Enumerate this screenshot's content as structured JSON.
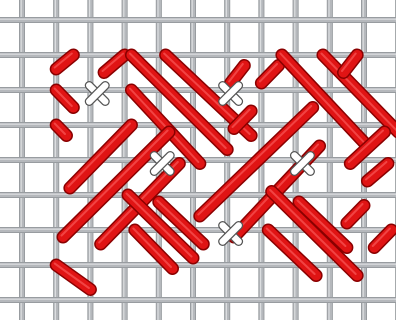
{
  "canvas_grid": {
    "vertical_threads": 12,
    "horizontal_threads": 10,
    "thread_color": "#b5b8bc",
    "thread_highlight": "#dcdee0",
    "thread_shadow": "#8e9296"
  },
  "stitch_colors": {
    "red_fill": "#e01414",
    "red_outline": "#8a0000",
    "red_highlight": "#ff6b6b",
    "white_fill": "#ffffff",
    "white_outline": "#555555"
  },
  "red_stitches": [
    {
      "from": [
        2,
        1
      ],
      "to": [
        1,
        2
      ]
    },
    {
      "from": [
        3,
        1
      ],
      "to": [
        2,
        2
      ]
    },
    {
      "from": [
        1,
        2
      ],
      "to": [
        2,
        3
      ]
    },
    {
      "from": [
        1,
        3
      ],
      "to": [
        1,
        3.3
      ]
    },
    {
      "from": [
        4,
        1
      ],
      "to": [
        6,
        3
      ]
    },
    {
      "from": [
        5,
        1
      ],
      "to": [
        7,
        3
      ]
    },
    {
      "from": [
        3,
        2
      ],
      "to": [
        5,
        4
      ]
    },
    {
      "from": [
        4,
        3
      ],
      "to": [
        1,
        6
      ]
    },
    {
      "from": [
        4,
        4
      ],
      "to": [
        2,
        6
      ]
    },
    {
      "from": [
        6,
        2
      ],
      "to": [
        5,
        3
      ]
    },
    {
      "from": [
        7,
        1
      ],
      "to": [
        6,
        2
      ]
    },
    {
      "from": [
        8,
        1
      ],
      "to": [
        10,
        3
      ]
    },
    {
      "from": [
        9,
        1
      ],
      "to": [
        11,
        3
      ]
    },
    {
      "from": [
        10,
        1
      ],
      "to": [
        9,
        2
      ]
    },
    {
      "from": [
        9,
        3
      ],
      "to": [
        8,
        4
      ]
    },
    {
      "from": [
        8,
        3
      ],
      "to": [
        5,
        6
      ]
    },
    {
      "from": [
        8,
        4
      ],
      "to": [
        6,
        6
      ]
    },
    {
      "from": [
        4,
        5
      ],
      "to": [
        6,
        7
      ]
    },
    {
      "from": [
        4,
        6
      ],
      "to": [
        5,
        7
      ]
    },
    {
      "from": [
        8,
        5
      ],
      "to": [
        10,
        7
      ]
    },
    {
      "from": [
        8,
        6
      ],
      "to": [
        9,
        7
      ]
    },
    {
      "from": [
        10,
        6
      ],
      "to": [
        11,
        7
      ]
    },
    {
      "from": [
        1,
        7
      ],
      "to": [
        2,
        8
      ]
    },
    {
      "from": [
        9,
        3
      ],
      "to": [
        10,
        4
      ]
    },
    {
      "from": [
        11,
        3
      ],
      "to": [
        10,
        4
      ]
    }
  ],
  "white_crosses": [
    {
      "cell": [
        2,
        2
      ]
    },
    {
      "cell": [
        6,
        2
      ]
    },
    {
      "cell": [
        4,
        4
      ]
    },
    {
      "cell": [
        8,
        4
      ]
    },
    {
      "cell": [
        6,
        6
      ]
    }
  ]
}
